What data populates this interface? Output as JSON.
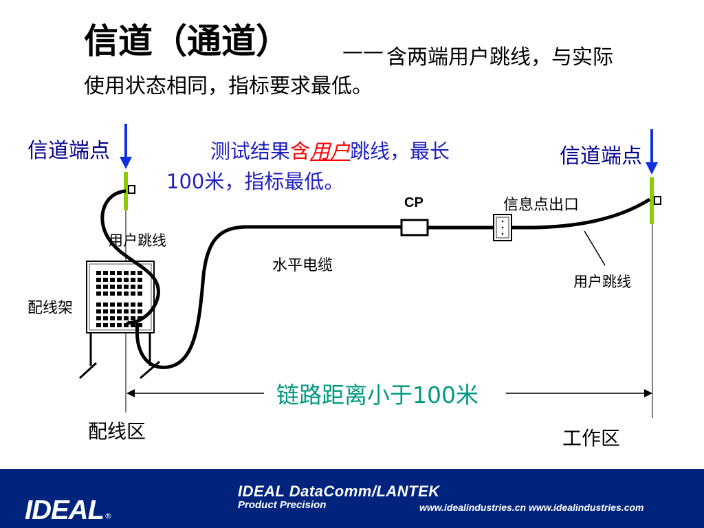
{
  "title": {
    "main": "信道（通道）",
    "dash": "——",
    "rest": "含两端用户跳线，与实际",
    "line2": "使用状态相同，指标要求最低。"
  },
  "endpoints": {
    "left": "信道端点",
    "right": "信道端点"
  },
  "note": {
    "part1": "测试结果",
    "part2": "含",
    "part3": "用户",
    "part4": "跳线，最长",
    "line2": "100米，指标最低。"
  },
  "labels": {
    "patch_left": "用户跳线",
    "patch_right": "用户跳线",
    "rack": "配线架",
    "horizontal": "水平电缆",
    "cp": "CP",
    "outlet": "信息点出口"
  },
  "distance": "链路距离小于100米",
  "zones": {
    "left": "配线区",
    "right": "工作区"
  },
  "footer": {
    "brand_line1": "IDEAL DataComm/LANTEK",
    "brand_line2": "Product Precision",
    "urls": "www.idealindustries.cn  www.idealindustries.com",
    "logo": "IDEAL",
    "registered": "®"
  },
  "colors": {
    "arrow": "#1030e0",
    "endpoint_bar": "#8ccc00",
    "distance_text": "#009a80",
    "note_text": "#1f1fbf",
    "highlight": "#ff0000",
    "footer_bg": "#00247d"
  }
}
